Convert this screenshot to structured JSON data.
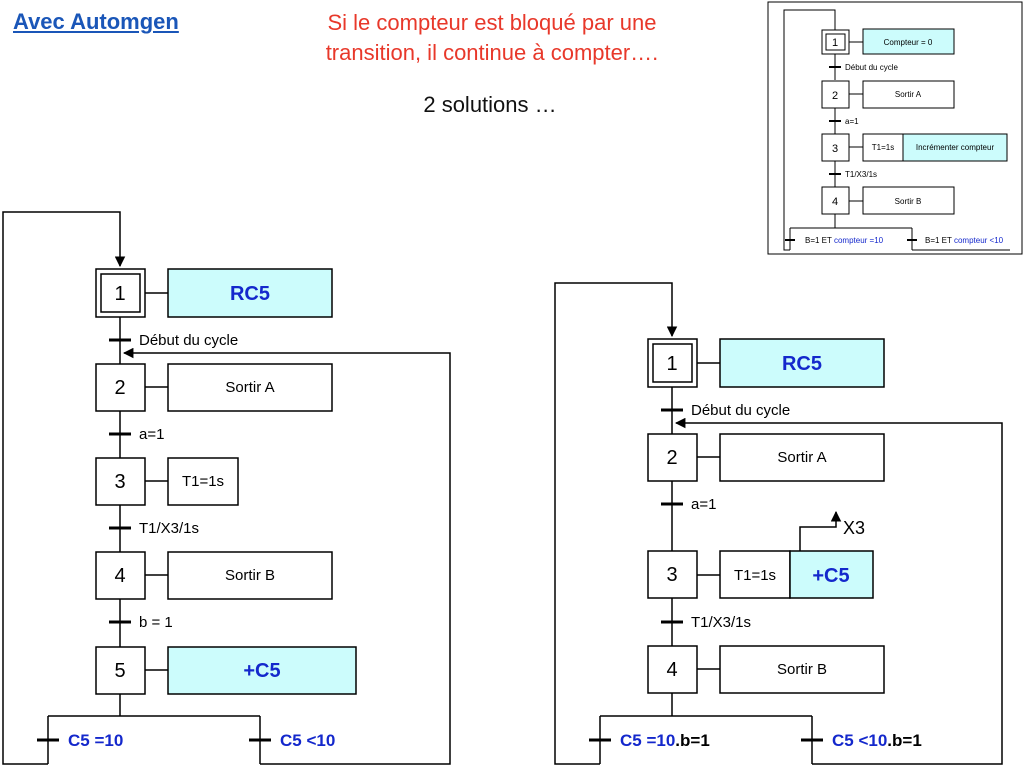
{
  "header": {
    "title": "Avec Automgen",
    "headline_line1": "Si le compteur est bloqué par une",
    "headline_line2": "transition, il continue à compter….",
    "solutions": "2 solutions …"
  },
  "colors": {
    "title_blue": "#1a56b8",
    "headline_red": "#e8382a",
    "action_fill": "#ccfcfc",
    "blue_text": "#1428cc"
  },
  "mini_grafcet": {
    "steps": [
      {
        "number": "1",
        "action": "Compteur = 0"
      },
      {
        "number": "2",
        "action": "Sortir A"
      },
      {
        "number": "3",
        "action_1": "T1=1s",
        "action_2": "Incrémenter compteur"
      },
      {
        "number": "4",
        "action": "Sortir B"
      }
    ],
    "transitions": [
      "Début du cycle",
      "a=1",
      "T1/X3/1s"
    ],
    "branch_left": {
      "prefix": "B=1 ET ",
      "condition": "compteur =10"
    },
    "branch_right": {
      "prefix": "B=1 ET ",
      "condition": "compteur <10"
    }
  },
  "grafcet_left": {
    "steps": [
      {
        "number": "1",
        "action": "RC5"
      },
      {
        "number": "2",
        "action": "Sortir A"
      },
      {
        "number": "3",
        "action": "T1=1s"
      },
      {
        "number": "4",
        "action": "Sortir B"
      },
      {
        "number": "5",
        "action": "+C5"
      }
    ],
    "transitions": [
      "Début du cycle",
      "a=1",
      "T1/X3/1s",
      "b = 1"
    ],
    "branch_left": "C5 =10",
    "branch_right": "C5 <10"
  },
  "grafcet_right": {
    "steps": [
      {
        "number": "1",
        "action": "RC5"
      },
      {
        "number": "2",
        "action": "Sortir A"
      },
      {
        "number": "3",
        "action_1": "T1=1s",
        "action_2": "+C5",
        "event": "X3"
      },
      {
        "number": "4",
        "action": "Sortir B"
      }
    ],
    "transitions": [
      "Début du cycle",
      "a=1",
      "T1/X3/1s"
    ],
    "branch_left": {
      "condition": "C5 =10",
      "suffix": ".b=1"
    },
    "branch_right": {
      "condition": "C5 <10",
      "suffix": ".b=1"
    }
  }
}
